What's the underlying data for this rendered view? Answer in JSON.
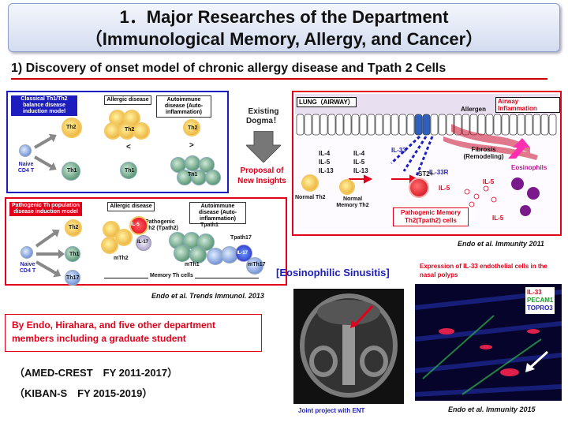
{
  "slide": {
    "title_line1": "1．Major Researches of the Department",
    "title_line2": "（Immunological Memory, Allergy, and Cancer）",
    "subtitle": "1) Discovery of onset model of chronic allergy disease and Tpath 2 Cells"
  },
  "classical": {
    "label": "Classical Th1/Th2 balance disease induction model",
    "allergic": "Allergic disease",
    "autoimmune": "Autoimmune disease (Auto-inflammation)",
    "naive": "Naive CD4 T",
    "th2": "Th2",
    "th1": "Th1",
    "lt": "<",
    "gt": ">"
  },
  "dogma": {
    "existing": "Existing Dogma！",
    "proposal": "Proposal of New Insights"
  },
  "pathogenic": {
    "label": "Pathogenic Th population disease induction model",
    "allergic": "Allergic disease",
    "autoimmune": "Autoimmune disease (Auto-inflammation)",
    "pathogenic_th2": "Pathogenic Th2 (Tpath2)",
    "tpath1": "Tpath1",
    "tpath17": "Tpath17",
    "naive": "Naive CD4 T",
    "th2": "Th2",
    "th1": "Th1",
    "th17": "Th17",
    "mth2": "mTh2",
    "mth1": "mTh1",
    "mth17": "mTh17",
    "il5": "IL-5",
    "il17": "IL-17",
    "il17b": "IL-17",
    "memory": "Memory Th cells",
    "citation": "Endo et al. Trends Immunol. 2013"
  },
  "lung": {
    "lung_label": "LUNG（AIRWAY）",
    "airway_inflammation": "Airway Inflammation",
    "allergen": "Allergen",
    "fibrosis": "Fibrosis (Remodeling)",
    "eosinophils": "Eosinophils",
    "il33": "IL-33",
    "il33r": "IL-33R",
    "st2": "ST2+",
    "il5a": "IL-5",
    "il5b": "IL-5",
    "il5c": "IL-5",
    "cyto1": [
      "IL-4",
      "IL-5",
      "IL-13"
    ],
    "cyto2": [
      "IL-4",
      "IL-5",
      "IL-13"
    ],
    "normal_th2": "Normal Th2",
    "normal_mem": "Normal Memory Th2",
    "pathogenic_mem": "Pathogenic Memory Th2(Tpath2) cells",
    "citation": "Endo et al. Immunity 2011"
  },
  "credits": {
    "by": "By Endo, Hirahara, and five other department members including a graduate student",
    "grant1": "（AMED-CREST　FY 2011-2017）",
    "grant2": "（KIBAN-S　FY 2015-2019）"
  },
  "sinusitis": {
    "title": "[Eosinophilic Sinusitis]",
    "il33_label": "Expression of IL-33 endothelial cells in the nasal polyps",
    "joint": "Joint project with ENT",
    "legend_il33": "IL-33",
    "legend_pecam": "PECAM1",
    "legend_topro": "TOPRO3",
    "citation": "Endo et al. Immunity 2015"
  },
  "colors": {
    "accent_red": "#e2001a",
    "panel_blue": "#1d1dbf"
  }
}
